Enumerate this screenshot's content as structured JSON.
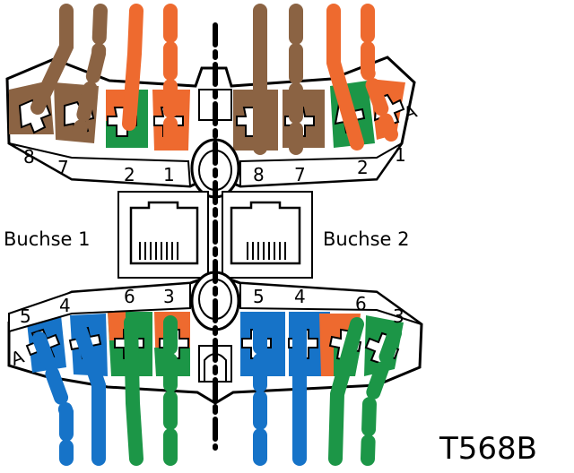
{
  "title": "T568B",
  "jacks": {
    "left": "Buchse 1",
    "right": "Buchse 2"
  },
  "pins_top": [
    "8",
    "7",
    "2",
    "1",
    "8",
    "7",
    "2",
    "1"
  ],
  "pins_bottom": [
    "5",
    "4",
    "6",
    "3",
    "5",
    "4",
    "6",
    "3"
  ],
  "side_marks": [
    "A",
    "A"
  ],
  "colors": {
    "brown": "#8B6343",
    "orange": "#EE6A2F",
    "green": "#1C9647",
    "blue": "#1673C8",
    "outline": "#000000"
  }
}
